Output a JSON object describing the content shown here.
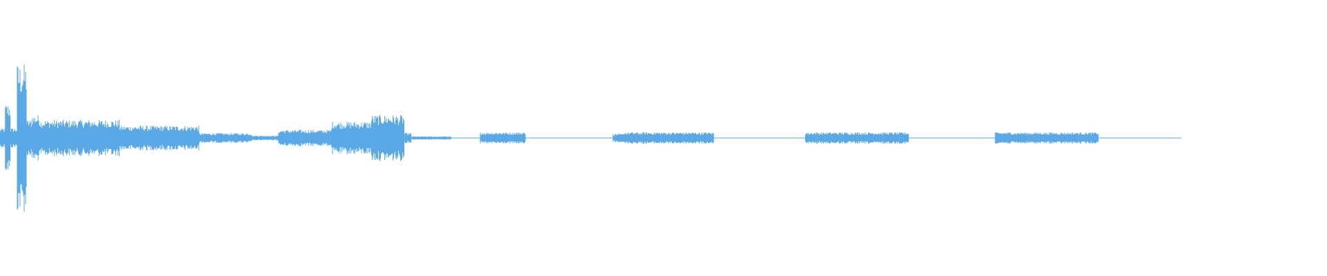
{
  "waveform": {
    "color": "#5aa9e6",
    "background": "#ffffff",
    "duration_fraction_drawn": 0.89,
    "segments": [
      {
        "start": 0.0,
        "end": 0.004,
        "amp": 0.12
      },
      {
        "start": 0.004,
        "end": 0.008,
        "amp": 0.42
      },
      {
        "start": 0.008,
        "end": 0.013,
        "amp": 0.12
      },
      {
        "start": 0.013,
        "end": 0.02,
        "amp": 0.9
      },
      {
        "start": 0.02,
        "end": 0.024,
        "amp": 0.22
      },
      {
        "start": 0.024,
        "end": 0.03,
        "amp": 0.28
      },
      {
        "start": 0.03,
        "end": 0.09,
        "amp": 0.22
      },
      {
        "start": 0.09,
        "end": 0.15,
        "amp": 0.15
      },
      {
        "start": 0.15,
        "end": 0.19,
        "amp": 0.06
      },
      {
        "start": 0.19,
        "end": 0.21,
        "amp": 0.03
      },
      {
        "start": 0.21,
        "end": 0.25,
        "amp": 0.1
      },
      {
        "start": 0.25,
        "end": 0.28,
        "amp": 0.2
      },
      {
        "start": 0.28,
        "end": 0.305,
        "amp": 0.28
      },
      {
        "start": 0.305,
        "end": 0.31,
        "amp": 0.06
      },
      {
        "start": 0.31,
        "end": 0.34,
        "amp": 0.02
      },
      {
        "start": 0.34,
        "end": 0.36,
        "amp": 0.005
      },
      {
        "start": 0.362,
        "end": 0.396,
        "amp": 0.07
      },
      {
        "start": 0.396,
        "end": 0.462,
        "amp": 0.004
      },
      {
        "start": 0.462,
        "end": 0.47,
        "amp": 0.05
      },
      {
        "start": 0.47,
        "end": 0.538,
        "amp": 0.07
      },
      {
        "start": 0.538,
        "end": 0.607,
        "amp": 0.004
      },
      {
        "start": 0.607,
        "end": 0.685,
        "amp": 0.07
      },
      {
        "start": 0.685,
        "end": 0.75,
        "amp": 0.004
      },
      {
        "start": 0.75,
        "end": 0.828,
        "amp": 0.07
      },
      {
        "start": 0.828,
        "end": 0.89,
        "amp": 0.004
      }
    ]
  }
}
